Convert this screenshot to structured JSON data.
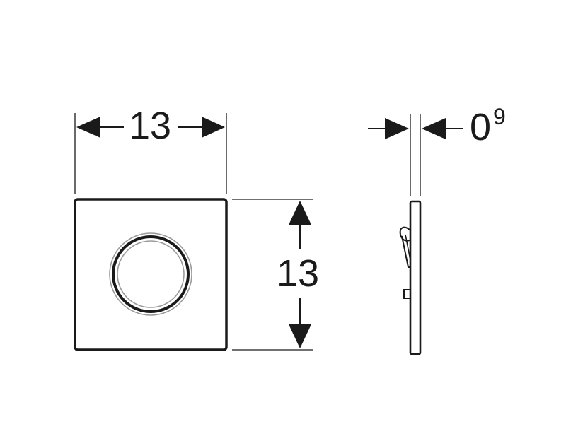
{
  "front_view": {
    "width_label": "13",
    "height_label": "13"
  },
  "side_view": {
    "thickness_label": "0",
    "thickness_superscript": "9"
  },
  "colors": {
    "ink": "#1a1a1a",
    "ring_grey": "#9a9a9a",
    "background": "#ffffff"
  }
}
